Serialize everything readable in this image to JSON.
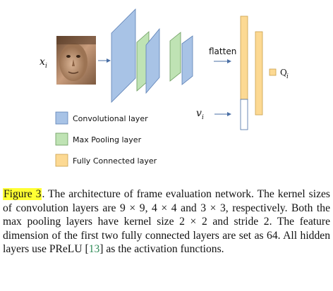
{
  "labels": {
    "x_input": "x",
    "x_input_sub": "i",
    "v_input": "v",
    "v_input_sub": "i",
    "flatten": "flatten",
    "q_output": "Q",
    "q_output_sub": "i"
  },
  "legend": [
    {
      "label": "Convolutional layer",
      "color": "#a8c3e6"
    },
    {
      "label": "Max Pooling layer",
      "color": "#bfe3b4"
    },
    {
      "label": "Fully Connected layer",
      "color": "#fcd993"
    }
  ],
  "colors": {
    "conv": "#a8c3e6",
    "conv_stroke": "#5b7fb5",
    "pool": "#bfe3b4",
    "pool_stroke": "#6a9a5c",
    "fc": "#fcd993",
    "fc_stroke": "#c9a04a",
    "arrow": "#4a6fa5",
    "highlight": "#ffff33",
    "citation": "#2e8b57"
  },
  "caption": {
    "fig_ref": "Figure 3",
    "part1": ". The architecture of frame evaluation network. The kernel sizes of convolution layers are 9 × 9, 4 × 4 and 3 × 3, respectively. Both the max pooling layers have kernel size 2 × 2 and stride 2. The feature dimension of the first two fully connected layers are set as 64. All hidden layers use PReLU [",
    "citation": "13",
    "part2": "] as the activation functions."
  }
}
